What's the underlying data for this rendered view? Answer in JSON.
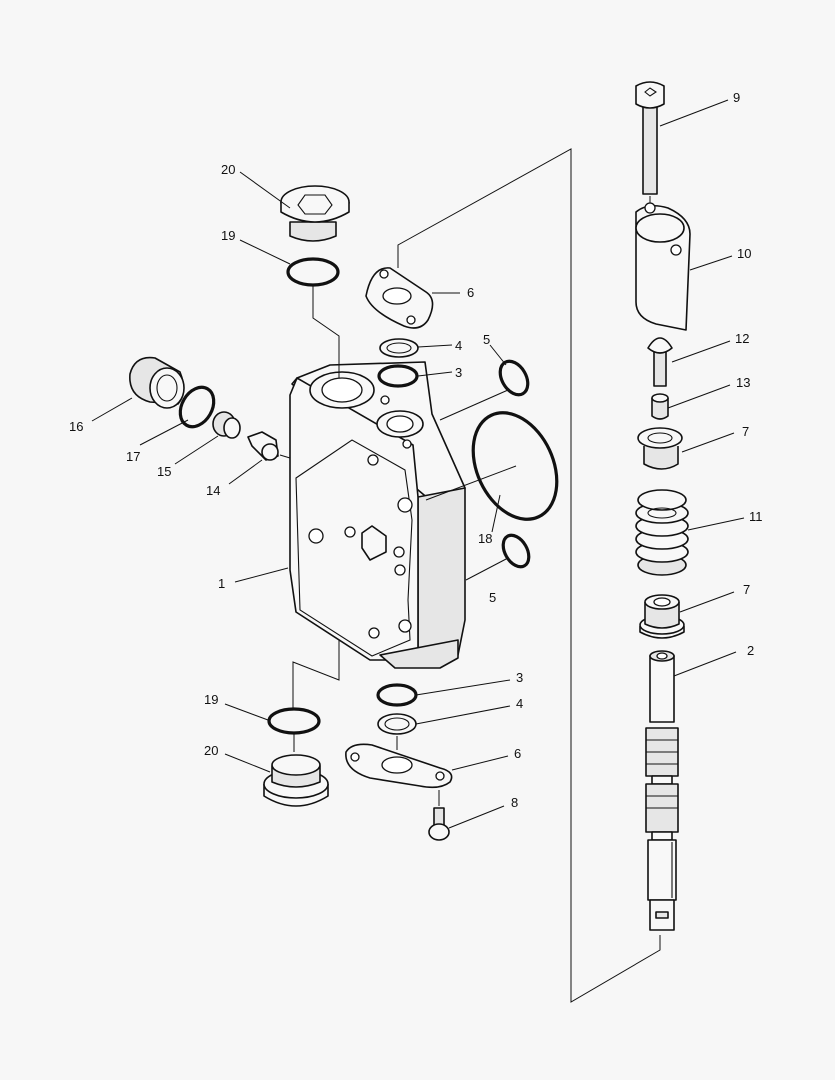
{
  "callouts": {
    "c1": "1",
    "c2": "2",
    "c3a": "3",
    "c3b": "3",
    "c4a": "4",
    "c4b": "4",
    "c5a": "5",
    "c5b": "5",
    "c6a": "6",
    "c6b": "6",
    "c7a": "7",
    "c7b": "7",
    "c8": "8",
    "c9": "9",
    "c10": "10",
    "c11": "11",
    "c12": "12",
    "c13": "13",
    "c14": "14",
    "c15": "15",
    "c16": "16",
    "c17": "17",
    "c18": "18",
    "c19a": "19",
    "c19b": "19",
    "c20a": "20",
    "c20b": "20"
  }
}
